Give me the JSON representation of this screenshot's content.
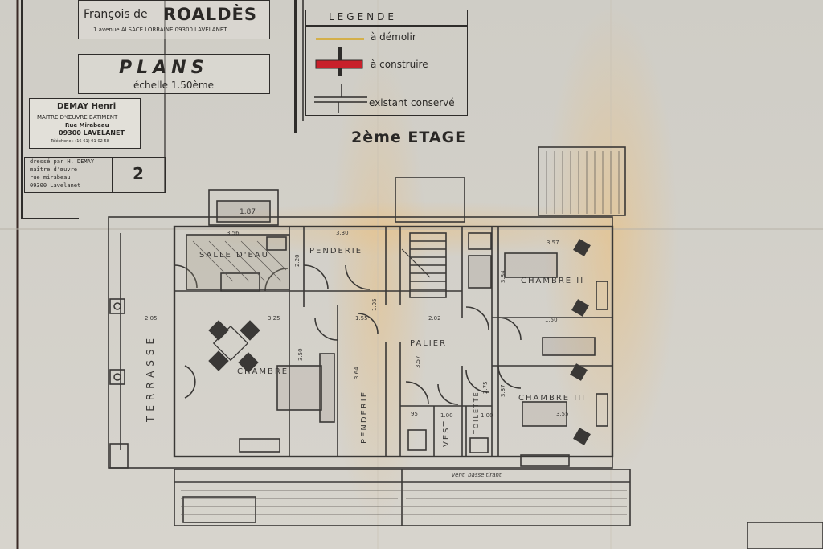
{
  "architect": {
    "name_prefix": "François de",
    "name_main": "ROALDÈS",
    "address": "1 avenue ALSACE LORRAINE 09300 LAVELANET"
  },
  "plans": {
    "title": "PLANS",
    "scale": "échelle 1.50ème"
  },
  "stamp": {
    "name": "DEMAY Henri",
    "trade": "MAITRE D'ŒUVRE BATIMENT",
    "street": "Rue Mirabeau",
    "city": "09300 LAVELANET",
    "phone": "Téléphone : (16-61) 01-02-58"
  },
  "drawn_by": {
    "line1": "dressé par H. DEMAY",
    "line2": "maître d'œuvre",
    "line3": "rue mirabeau",
    "line4": "09300 Lavelanet",
    "sheet_number": "2"
  },
  "legend": {
    "title": "LEGENDE",
    "items": [
      {
        "label": "à démolir",
        "color": "#d4b04a"
      },
      {
        "label": "à construire",
        "color": "#c8202a"
      },
      {
        "label": "existant conservé",
        "color": "#2e2c2a"
      }
    ]
  },
  "floor_title": "2ème ETAGE",
  "rooms": {
    "salle_eau": "SALLE D'EAU",
    "penderie_top": "PENDERIE",
    "chambre_ii": "CHAMBRE II",
    "palier": "PALIER",
    "chambre_main": "CHAMBRE",
    "chambre_iii": "CHAMBRE III",
    "terrasse": "TERRASSE",
    "penderie_vertical": "PENDERIE",
    "vest": "VEST",
    "toilette": "TOILETTE"
  },
  "dimensions": {
    "d1": "3.56",
    "d2": "3.30",
    "d3": "3.57",
    "d4": "2.05",
    "d5": "3.25",
    "d6": "1.55",
    "d7": "2.02",
    "d8": "1.50",
    "d9": "3.55",
    "d10": "1.00",
    "d11": "1.00",
    "d12": "95",
    "d13": "2.20",
    "d14": "1.05",
    "d15": "3.50",
    "d16": "3.57",
    "d17": "3.64",
    "d18": "3.84",
    "d19": "3.87",
    "d20": "2.75",
    "bath": "1.87",
    "note_bottom": "vent. basse tirant"
  },
  "colors": {
    "ink": "#2e2c2a",
    "paper": "#d7d4cd",
    "stain": "#ecbe78",
    "demolish": "#d4b04a",
    "construct": "#c8202a"
  }
}
